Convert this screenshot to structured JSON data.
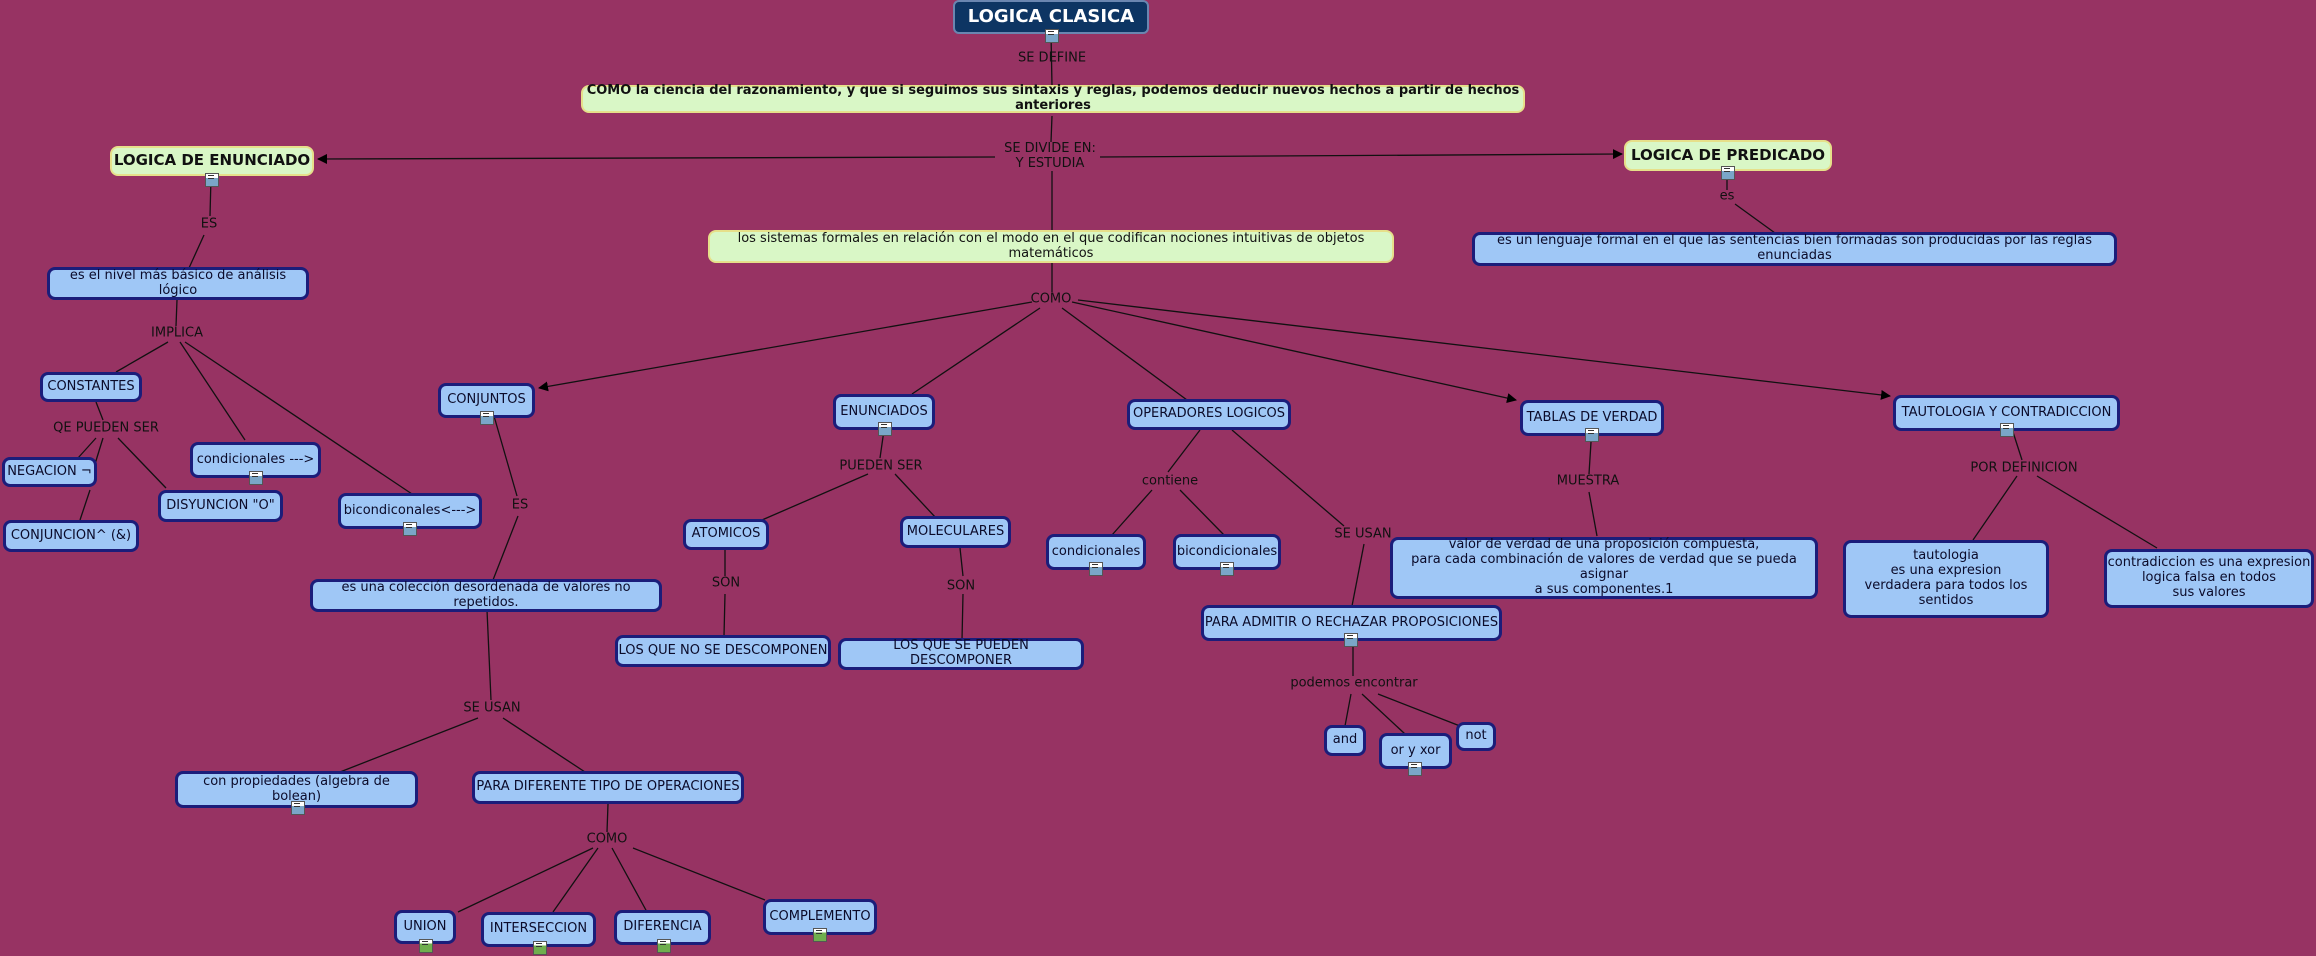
{
  "nodes": {
    "root": {
      "text": "LOGICA CLASICA"
    },
    "definition": {
      "text": "COMO la ciencia del razonamiento, y que si seguimos sus sintaxis y reglas, podemos deducir nuevos hechos a partir de hechos anteriores"
    },
    "log_enunciado": {
      "text": "LOGICA DE ENUNCIADO"
    },
    "log_predicado": {
      "text": "LOGICA DE PREDICADO"
    },
    "sistemas": {
      "text": "los sistemas formales en relación con el modo en el que codifican nociones intuitivas de objetos matemáticos"
    },
    "lenguaje_formal": {
      "text": "es un lenguaje formal en el que las sentencias bien formadas son producidas por las reglas enunciadas"
    },
    "nivel_basico": {
      "text": "es el nivel más básico de análisis lógico"
    },
    "constantes": {
      "text": "CONSTANTES"
    },
    "negacion": {
      "text": "NEGACION ¬"
    },
    "conjuncion": {
      "text": "CONJUNCION^ (&)"
    },
    "disyuncion": {
      "text": "DISYUNCION \"O\""
    },
    "condicionales1": {
      "text": "condicionales --->"
    },
    "bicondicionales1": {
      "text": "bicondiconales<--->"
    },
    "conjuntos": {
      "text": "CONJUNTOS"
    },
    "coleccion": {
      "text": "es una colección desordenada de valores no repetidos."
    },
    "propiedades": {
      "text": "con propiedades (algebra de bolean)"
    },
    "diferentes_ops": {
      "text": "PARA DIFERENTE TIPO DE OPERACIONES"
    },
    "union": {
      "text": "UNION"
    },
    "interseccion": {
      "text": "INTERSECCION"
    },
    "diferencia": {
      "text": "DIFERENCIA"
    },
    "complemento": {
      "text": "COMPLEMENTO"
    },
    "enunciados": {
      "text": "ENUNCIADOS"
    },
    "atomicos": {
      "text": "ATOMICOS"
    },
    "moleculares": {
      "text": "MOLECULARES"
    },
    "no_descomponen": {
      "text": "LOS QUE NO SE DESCOMPONEN"
    },
    "si_descomponen": {
      "text": "LOS QUE SE PUEDEN DESCOMPONER"
    },
    "operadores": {
      "text": "OPERADORES LOGICOS"
    },
    "condicionales2": {
      "text": "condicionales"
    },
    "bicondicionales2": {
      "text": "bicondicionales"
    },
    "admitir": {
      "text": "PARA ADMITIR O RECHAZAR PROPOSICIONES"
    },
    "and": {
      "text": "and"
    },
    "or_xor": {
      "text": "or y xor"
    },
    "not": {
      "text": "not"
    },
    "tablas": {
      "text": "TABLAS DE VERDAD"
    },
    "valor_verdad": {
      "text": "valor de verdad de una proposición compuesta,\npara cada combinación de valores de verdad que se pueda asignar\na sus componentes.1"
    },
    "tautologia_contra": {
      "text": "TAUTOLOGIA Y CONTRADICCION"
    },
    "tautologia": {
      "text": "tautologia\nes una expresion\nverdadera para todos los\nsentidos"
    },
    "contradiccion": {
      "text": "contradiccion es una expresion\nlogica falsa en todos\nsus valores"
    }
  },
  "labels": {
    "se_define": "SE DEFINE",
    "se_divide": "SE DIVIDE EN:\nY ESTUDIA",
    "es_pred": "es",
    "es_enun": "ES",
    "implica": "IMPLICA",
    "qe_pueden": "QE PUEDEN SER",
    "como_main": "COMO",
    "es_conj": "ES",
    "se_usan_conj": "SE USAN",
    "como_ops": "COMO",
    "pueden_ser": "PUEDEN SER",
    "son_atom": "SON",
    "son_mol": "SON",
    "contiene": "contiene",
    "se_usan_op": "SE USAN",
    "podemos": "podemos encontrar",
    "muestra": "MUESTRA",
    "por_definicion": "POR DEFINICION"
  }
}
